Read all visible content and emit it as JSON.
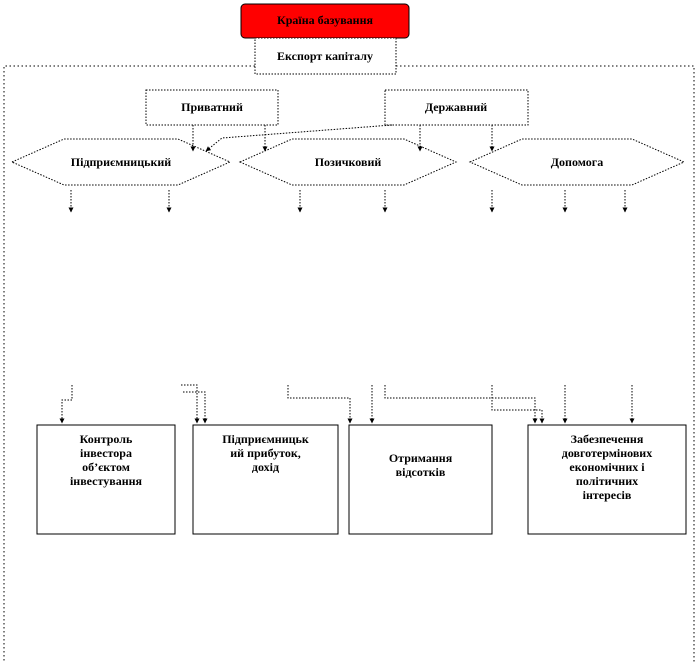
{
  "title": "Країна базування",
  "export": "Експорт капіталу",
  "sources": [
    "Приватний",
    "Державний"
  ],
  "forms": [
    "Підприємницький",
    "Позичковий",
    "Допомога"
  ],
  "goals": [
    [
      "Контроль",
      "інвестора",
      "об’єктом",
      "інвестування"
    ],
    [
      "Підприємницьк",
      "ий прибуток,",
      "дохід"
    ],
    [
      "Отримання",
      "відсотків"
    ],
    [
      "Забезпечення",
      "довготермінових",
      "економічних і",
      "політичних",
      "інтересів"
    ]
  ],
  "colors": {
    "title_fill": "#ff0000",
    "stroke": "#000000"
  }
}
